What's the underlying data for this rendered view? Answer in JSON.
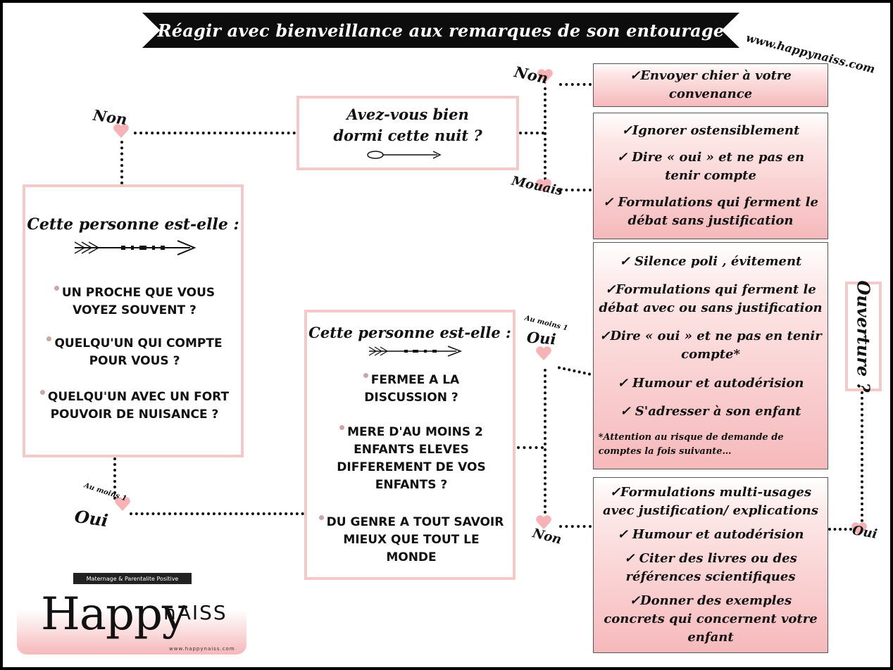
{
  "title": "Réagir avec bienveillance  aux remarques de son entourage",
  "site": "www.happynaiss.com",
  "question_sleep": {
    "line1": "Avez-vous bien",
    "line2": "dormi cette nuit ?"
  },
  "question_person_1": {
    "title": "Cette personne est-elle :",
    "items": [
      "UN PROCHE QUE VOUS VOYEZ SOUVENT ?",
      "QUELQU'UN QUI COMPTE POUR VOUS ?",
      "QUELQU'UN AVEC UN FORT POUVOIR DE NUISANCE ?"
    ]
  },
  "question_person_2": {
    "title": "Cette personne est-elle :",
    "items": [
      "FERMEE A LA DISCUSSION ?",
      "MERE D'AU MOINS 2 ENFANTS ELEVES DIFFEREMENT DE VOS ENFANTS ?",
      "DU GENRE A TOUT SAVOIR MIEUX QUE TOUT LE MONDE"
    ]
  },
  "answers_1": [
    "✓Envoyer chier à votre convenance"
  ],
  "answers_2": [
    "✓Ignorer ostensiblement",
    "✓ Dire « oui » et ne pas en tenir  compte",
    "✓  Formulations qui ferment le débat sans justification"
  ],
  "answers_3": [
    "✓ Silence poli , évitement",
    "✓Formulations qui ferment le débat avec ou sans justification",
    "✓Dire « oui » et ne pas en tenir compte*",
    "✓ Humour et autodérision",
    "✓ S'adresser à son enfant"
  ],
  "answers_3_note": "*Attention au risque de  demande  de comptes la fois suivante…",
  "answers_4": [
    "✓Formulations multi-usages avec  justification/ explications",
    "✓ Humour et autodérision",
    "✓ Citer des livres ou des références scientifiques",
    "✓Donner des exemples concrets qui concernent votre enfant"
  ],
  "ouverture": "Ouverture ?",
  "labels": {
    "non": "Non",
    "mouais": "Mouais",
    "oui": "Oui",
    "au_moins": "Au moins 1"
  },
  "logo": {
    "tagline": "Maternage  &  Parentalite Positive",
    "main": "Happy",
    "sub": "nAISS",
    "url": "www.happynaiss.com"
  },
  "colors": {
    "pink_border": "#f4c9ca",
    "pink_fill": "#f6b9bb",
    "heart": "#f6b3b6",
    "banner": "#0d0d0d"
  }
}
